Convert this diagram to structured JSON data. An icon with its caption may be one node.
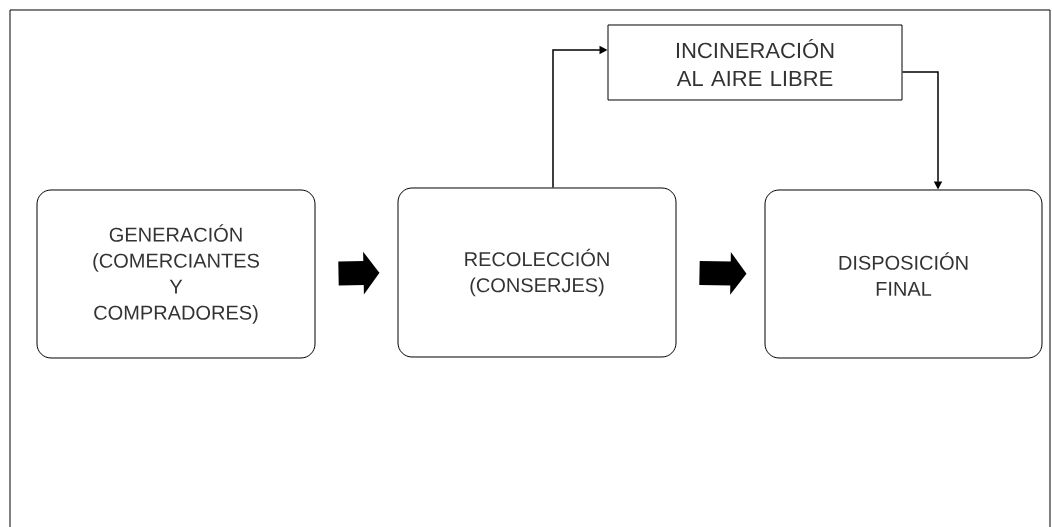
{
  "diagram": {
    "nodes": [
      {
        "text": [
          "GENERACIÓN (COMERCIANTES Y COMPRADORES)"
        ]
      },
      {
        "text": [
          "RECOLECCIÓN (CONSERJES)"
        ]
      },
      {
        "text": [
          "INCINERACIÓN AL AIRE LIBRE"
        ]
      },
      {
        "text": [
          "DISPOSICIÓN FINAL"
        ]
      }
    ],
    "edges": [
      {
        "from": 0,
        "to": 1,
        "arrow": "to",
        "style": "thick"
      },
      {
        "from": 1,
        "to": 3,
        "arrow": "to",
        "style": "thick"
      },
      {
        "from": 1,
        "to": 2,
        "arrow": "to"
      },
      {
        "from": 2,
        "to": 3,
        "arrow": "to"
      }
    ]
  }
}
